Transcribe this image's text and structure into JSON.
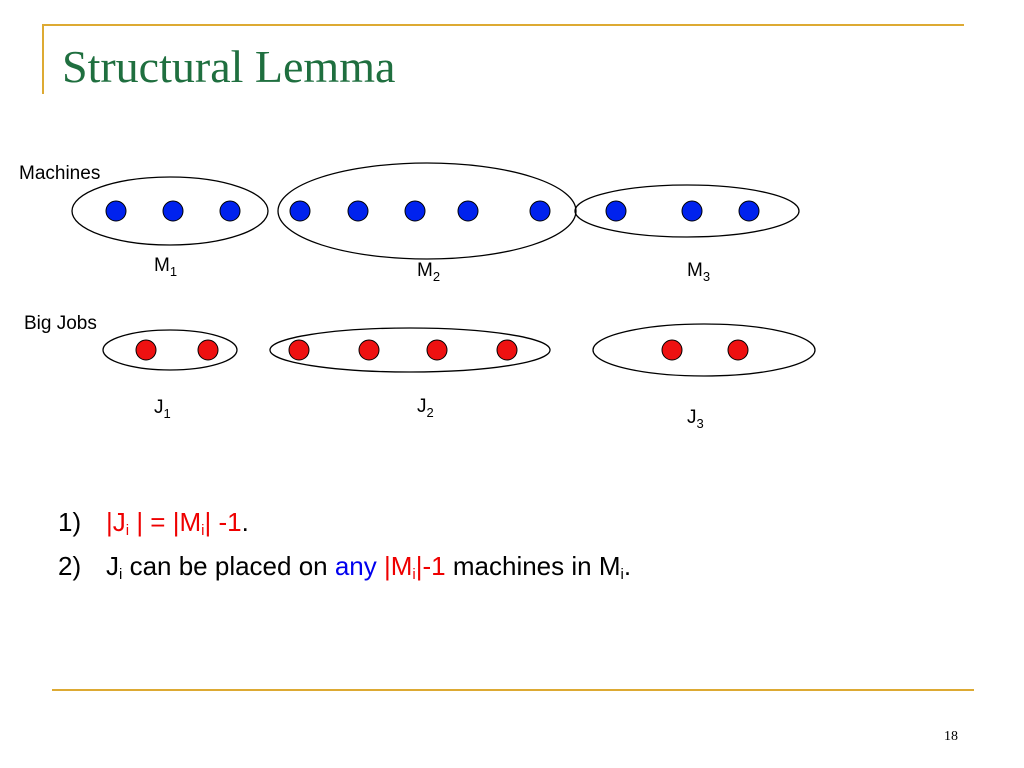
{
  "slide": {
    "title": "Structural Lemma",
    "page_number": "18"
  },
  "diagram": {
    "machines_label": "Machines",
    "big_jobs_label": "Big Jobs",
    "machine_groups": [
      {
        "name": "M",
        "sub": "1",
        "dots": 3
      },
      {
        "name": "M",
        "sub": "2",
        "dots": 5
      },
      {
        "name": "M",
        "sub": "3",
        "dots": 3
      }
    ],
    "job_groups": [
      {
        "name": "J",
        "sub": "1",
        "dots": 2
      },
      {
        "name": "J",
        "sub": "2",
        "dots": 4
      },
      {
        "name": "J",
        "sub": "3",
        "dots": 2
      }
    ],
    "colors": {
      "machine_dot": "#0022EE",
      "job_dot": "#EE1111",
      "ellipse_stroke": "#000000",
      "title": "#1F6F3F",
      "frame": "#DDAA33"
    }
  },
  "points": {
    "p1": {
      "num": "1)",
      "open": "|J",
      "sub_i": "i",
      "mid": " | = |M",
      "sub_i2": "i",
      "close": "| -1",
      "period": "."
    },
    "p2": {
      "num": "2)",
      "j": "J",
      "sub_i": "i",
      "text1": " can be placed on ",
      "any": "any",
      "space": " ",
      "m_open": "|M",
      "sub_i2": "i",
      "m_close": "|-1",
      "text2": " machines in M",
      "sub_i3": "i",
      "period": "."
    }
  }
}
